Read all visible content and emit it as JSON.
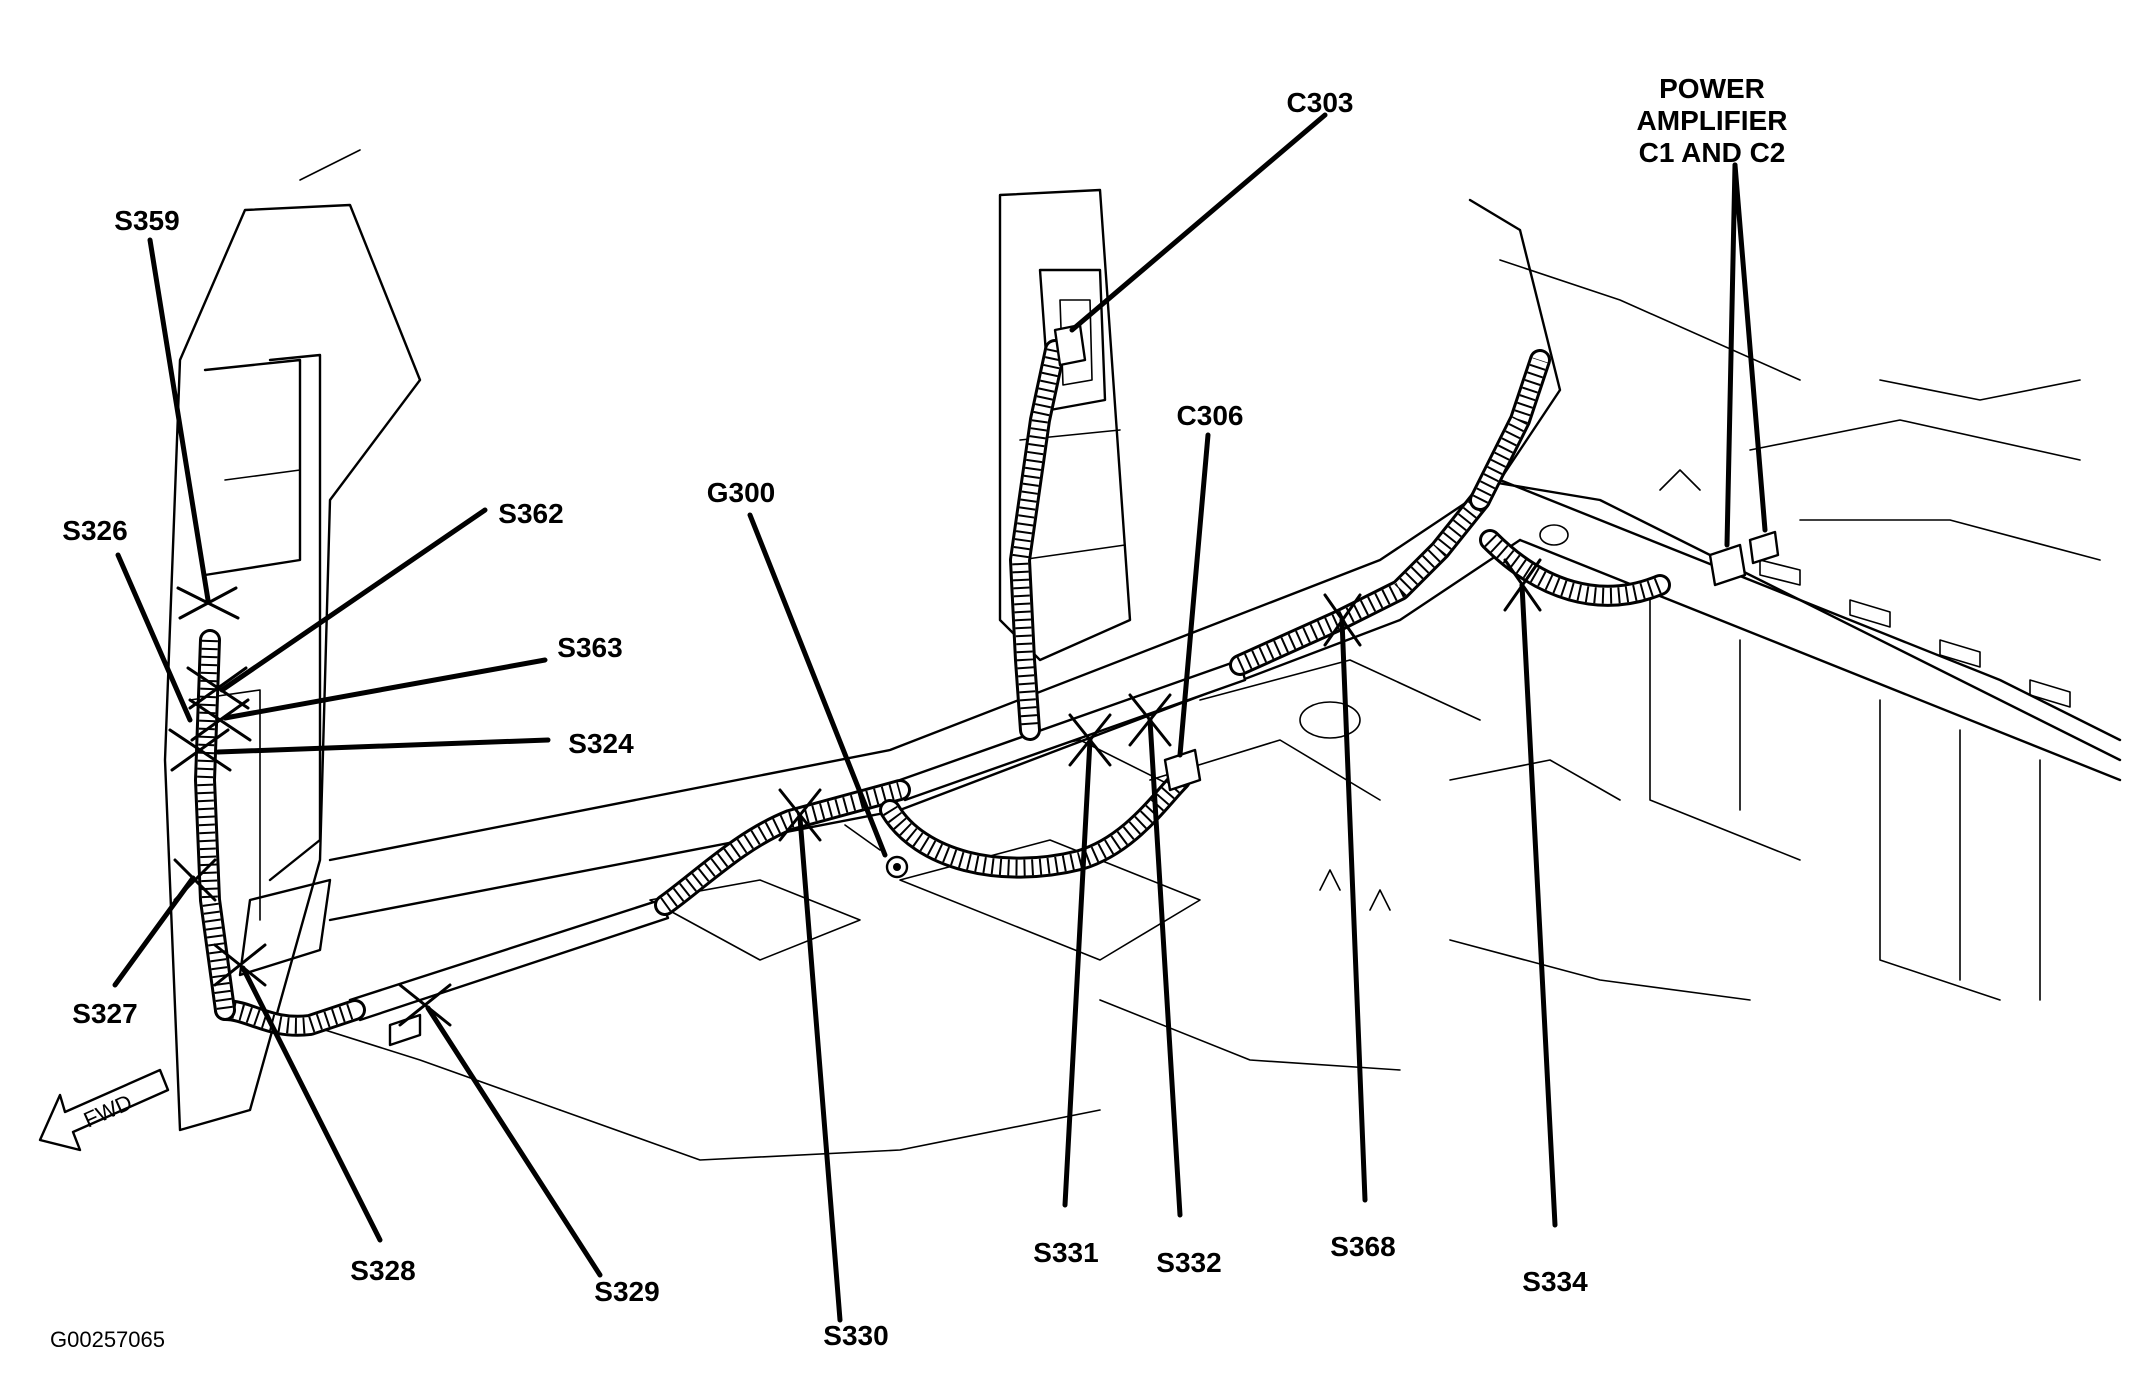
{
  "figure_id": "G00257065",
  "direction_label": "FWD",
  "callouts": {
    "power_amplifier": [
      "POWER",
      "AMPLIFIER",
      "C1 AND C2"
    ],
    "c303": "C303",
    "c306": "C306",
    "g300": "G300",
    "s359": "S359",
    "s326": "S326",
    "s362": "S362",
    "s363": "S363",
    "s324": "S324",
    "s327": "S327",
    "s328": "S328",
    "s329": "S329",
    "s330": "S330",
    "s331": "S331",
    "s332": "S332",
    "s368": "S368",
    "s334": "S334"
  },
  "icons": {
    "fwd_arrow": "arrow-left-outline-icon"
  }
}
